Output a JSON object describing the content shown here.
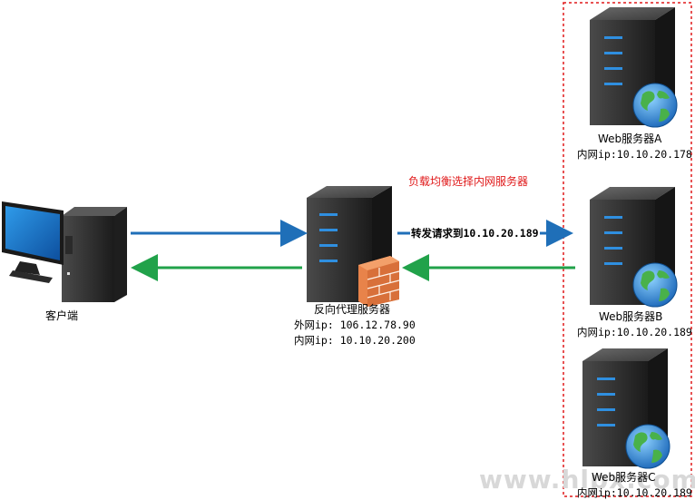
{
  "client": {
    "label": "客户端"
  },
  "proxy": {
    "label": "反向代理服务器",
    "external_ip": "外网ip: 106.12.78.90",
    "internal_ip": "内网ip: 10.10.20.200"
  },
  "load_balance_note": "负载均衡选择内网服务器",
  "forward_note": "转发请求到10.10.20.189",
  "servers": [
    {
      "name": "Web服务器A",
      "ip": "内网ip:10.10.20.178"
    },
    {
      "name": "Web服务器B",
      "ip": "内网ip:10.10.20.189"
    },
    {
      "name": "Web服务器C",
      "ip": "内网ip:10.10.20.189"
    }
  ],
  "watermark": "www.hlpx.com",
  "colors": {
    "request_arrow": "#1f6fb8",
    "response_arrow": "#21a24a",
    "cluster_border": "#e0191a"
  }
}
